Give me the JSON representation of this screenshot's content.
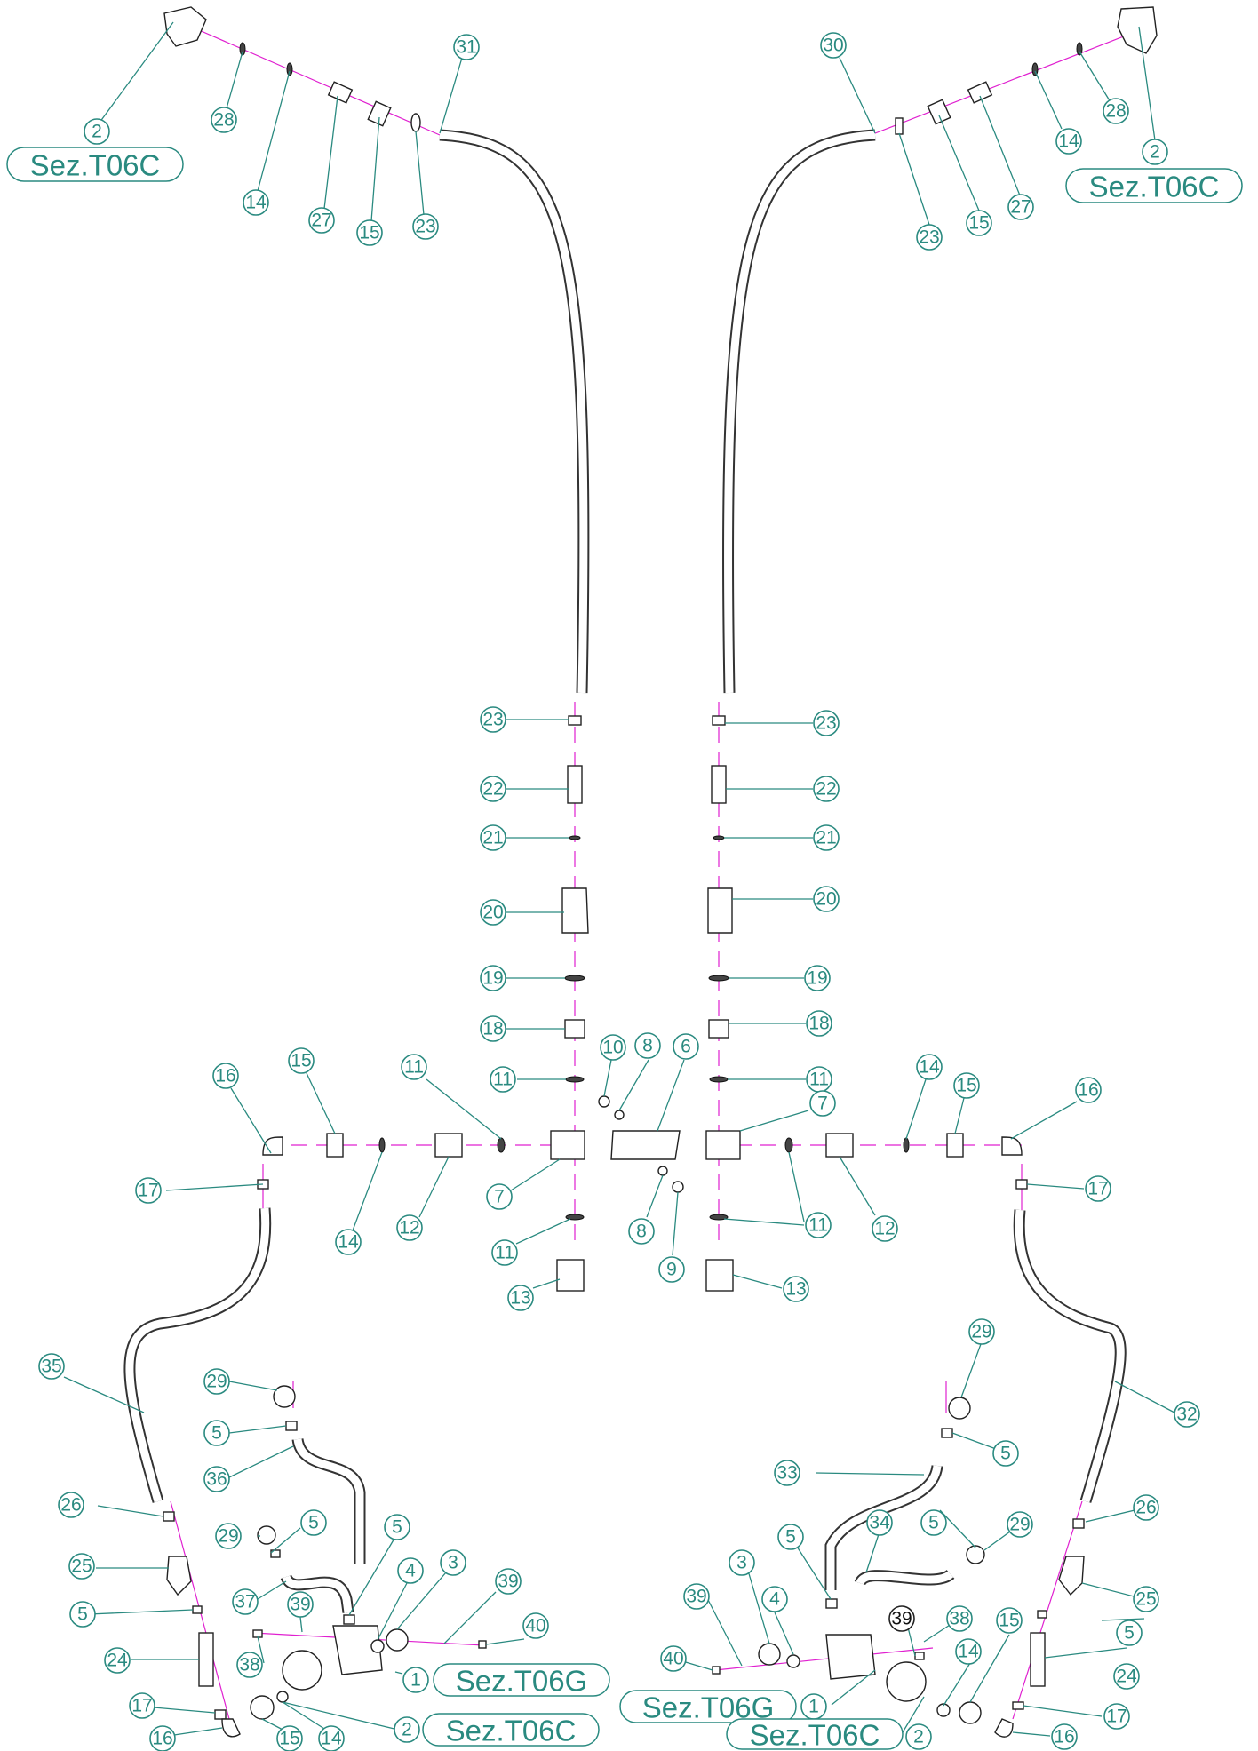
{
  "section_refs": {
    "t06c": "Sez.T06C",
    "t06g": "Sez.T06G"
  },
  "colors": {
    "label": "#2a8a80",
    "axis_line": "#e020d0",
    "outline": "#222222"
  },
  "callouts": {
    "c2_tl": "2",
    "c28_tl": "28",
    "c14_tl": "14",
    "c27_tl": "27",
    "c15_tl": "15",
    "c23_tl": "23",
    "c31": "31",
    "c30": "30",
    "c23_tr": "23",
    "c15_tr": "15",
    "c27_tr": "27",
    "c14_tr": "14",
    "c28_tr": "28",
    "c2_tr": "2",
    "c23_ml": "23",
    "c22_ml": "22",
    "c21_ml": "21",
    "c20_ml": "20",
    "c19_ml": "19",
    "c18_ml": "18",
    "c11_ml": "11",
    "c23_mr": "23",
    "c22_mr": "22",
    "c21_mr": "21",
    "c20_mr": "20",
    "c19_mr": "19",
    "c18_mr": "18",
    "c11_mr": "11",
    "c16_ml": "16",
    "c15_ml": "15",
    "c11_mla": "11",
    "c17_ml": "17",
    "c14_ml": "14",
    "c12_ml": "12",
    "c7_ml": "7",
    "c11_mlb": "11",
    "c13_ml": "13",
    "c10": "10",
    "c8_a": "8",
    "c6": "6",
    "c8_b": "8",
    "c9": "9",
    "c14_mr": "14",
    "c15_mr": "15",
    "c16_mr": "16",
    "c7_mr": "7",
    "c17_mr": "17",
    "c12_mr": "12",
    "c11_mrb": "11",
    "c13_mr": "13",
    "c35": "35",
    "c29_bl": "29",
    "c5_bl1": "5",
    "c36": "36",
    "c26_bl": "26",
    "c29_bl2": "29",
    "c5_bl2": "5",
    "c25_bl": "25",
    "c37": "37",
    "c5_bl3": "5",
    "c4_bl": "4",
    "c3_bl": "3",
    "c39_bl": "39",
    "c39_bl2": "39",
    "c40_bl": "40",
    "c5_bl4": "5",
    "c24_bl": "24",
    "c38_bl": "38",
    "c17_bl": "17",
    "c1_bl": "1",
    "c2_bl": "2",
    "c16_bl": "16",
    "c15_bl": "15",
    "c14_bl": "14",
    "c29_br": "29",
    "c32": "32",
    "c5_br1": "5",
    "c33": "33",
    "c26_br": "26",
    "c5_br2": "5",
    "c34": "34",
    "c5_br3": "5",
    "c29_br2": "29",
    "c3_br": "3",
    "c25_br": "25",
    "c39_br": "39",
    "c4_br": "4",
    "c39_br2": "39",
    "c38_br": "38",
    "c15_br": "15",
    "c40_br": "40",
    "c5_br4": "5",
    "c14_br": "14",
    "c24_br": "24",
    "c1_br": "1",
    "c17_br": "17",
    "c2_br": "2",
    "c16_br": "16"
  }
}
